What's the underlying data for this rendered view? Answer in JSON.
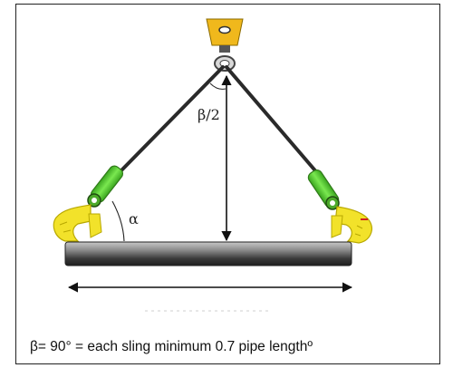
{
  "labels": {
    "alpha": "α",
    "half_beta": "β/2"
  },
  "caption": "β= 90° = each sling minimum 0.7 pipe lengthº",
  "colors": {
    "hook_yellow": "#f2e22a",
    "sling_handle_green": "#5ed73a",
    "pipe_gray": "#6e6e6e",
    "hook_block_orange": "#f0b81c",
    "sling_line": "#2a2a2a"
  },
  "icons": {
    "crane_hook_block": "crane-hook-block-icon",
    "left_pipe_hook": "pipe-hook-icon",
    "right_pipe_hook": "pipe-hook-icon"
  }
}
